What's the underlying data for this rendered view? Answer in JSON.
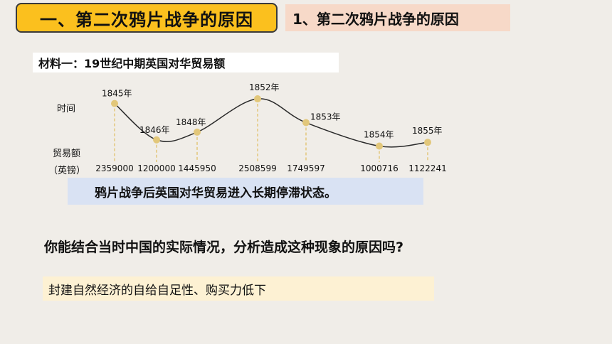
{
  "header": {
    "main_title": "一、第二次鸦片战争的原因",
    "sub_title": "1、第二次鸦片战争的原因"
  },
  "material_title": "材料一：19世纪中期英国对华贸易额",
  "row_labels": {
    "time": "时间",
    "trade_1": "贸易额",
    "trade_2": "（英镑）"
  },
  "chart_data": {
    "type": "line",
    "x": [
      "1845年",
      "1846年",
      "1848年",
      "1852年",
      "1853年",
      "1854年",
      "1855年"
    ],
    "values": [
      2359000,
      1200000,
      1445950,
      2508599,
      1749597,
      1000716,
      1122241
    ],
    "value_labels": [
      "2359000",
      "1200000",
      "1445950",
      "2508599",
      "1749597",
      "1000716",
      "1122241"
    ],
    "colors": {
      "line": "#2a2a2a",
      "point": "#e2c77a",
      "dash": "#e2c77a"
    }
  },
  "note": "鸦片战争后英国对华贸易进入长期停滞状态。",
  "question": "你能结合当时中国的实际情况，分析造成这种现象的原因吗?",
  "answer": "封建自然经济的自给自足性、购买力低下"
}
